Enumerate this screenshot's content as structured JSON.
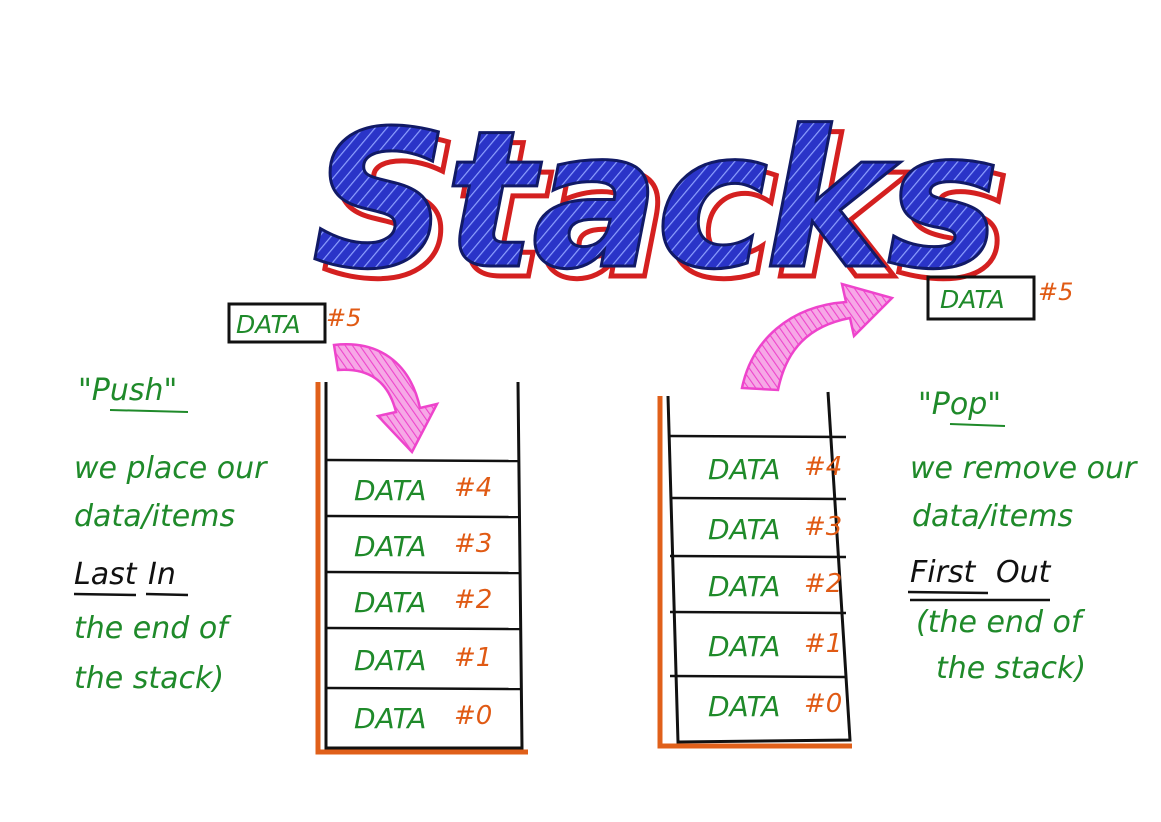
{
  "title": "Stacks",
  "push_side": {
    "floating_item": {
      "label": "DATA",
      "number": "#5"
    },
    "heading": "\"Push\"",
    "lines": [
      "we place our",
      "data/items"
    ],
    "lifo_words": [
      "Last",
      "In"
    ],
    "tail_lines": [
      "the end of",
      "the stack)"
    ],
    "stack_items": [
      {
        "label": "DATA",
        "number": "#4"
      },
      {
        "label": "DATA",
        "number": "#3"
      },
      {
        "label": "DATA",
        "number": "#2"
      },
      {
        "label": "DATA",
        "number": "#1"
      },
      {
        "label": "DATA",
        "number": "#0"
      }
    ]
  },
  "pop_side": {
    "floating_item": {
      "label": "DATA",
      "number": "#5"
    },
    "heading": "\"Pop\"",
    "lines": [
      "we remove our",
      "data/items"
    ],
    "fifo_words": [
      "First",
      "Out"
    ],
    "tail_lines": [
      "(the end of",
      "the stack)"
    ],
    "stack_items": [
      {
        "label": "DATA",
        "number": "#4"
      },
      {
        "label": "DATA",
        "number": "#3"
      },
      {
        "label": "DATA",
        "number": "#2"
      },
      {
        "label": "DATA",
        "number": "#1"
      },
      {
        "label": "DATA",
        "number": "#0"
      }
    ]
  },
  "colors": {
    "title_fill": "#2a34c8",
    "title_shadow": "#d42020",
    "ink": "#111111",
    "note_green": "#1f8a2a",
    "number_orange": "#e05a14",
    "arrow_pink": "#ee44cc",
    "stack_edge_orange": "#e0601a"
  },
  "icons": [
    "push-arrow-icon",
    "pop-arrow-icon"
  ]
}
